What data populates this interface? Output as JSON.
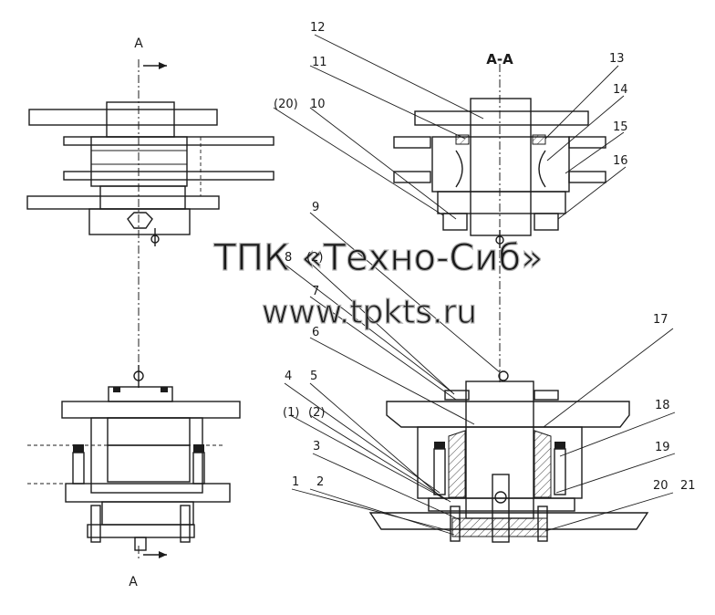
{
  "section_labels": {
    "view_a_top": "А",
    "view_a_bottom": "А",
    "section_aa": "А-А"
  },
  "callouts": {
    "c1": "1",
    "c2": "2",
    "c3": "3",
    "c4": "4",
    "c5": "5",
    "c6": "6",
    "c7": "7",
    "c8": "8",
    "c9": "9",
    "c10": "10",
    "c11": "11",
    "c12": "12",
    "c13": "13",
    "c14": "14",
    "c15": "15",
    "c16": "16",
    "c17": "17",
    "c18": "18",
    "c19": "19",
    "c20": "20",
    "c21": "21",
    "p20": "(20)",
    "p2a": "(2)",
    "p1": "(1)",
    "p2b": "(2)"
  },
  "watermark": {
    "line1": "ТПК «Техно-Сиб»",
    "line2": "www.tpkts.ru"
  }
}
